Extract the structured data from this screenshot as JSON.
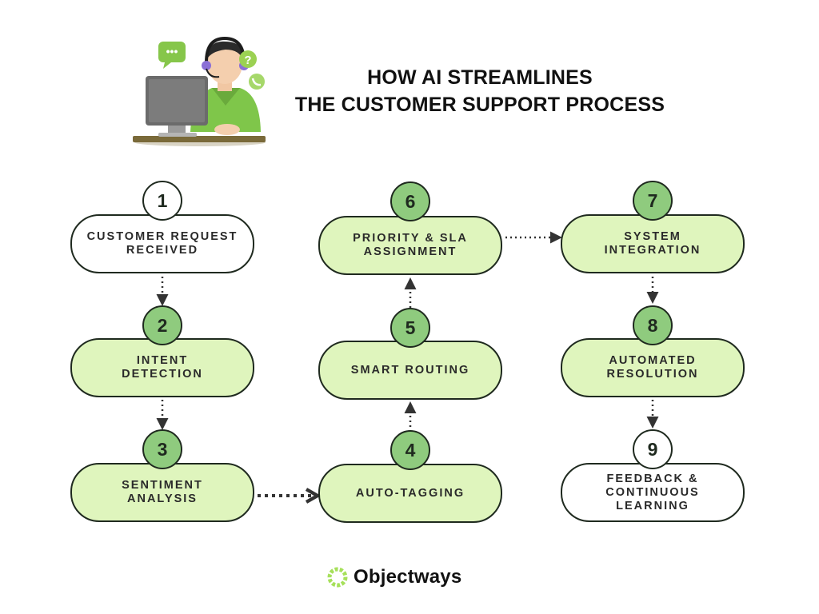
{
  "title": {
    "line1": "HOW AI STREAMLINES",
    "line2": "THE CUSTOMER SUPPORT PROCESS"
  },
  "illustration": {
    "icon": "support-agent-illustration",
    "bubble_text": "•••",
    "question_mark": "?"
  },
  "steps": [
    {
      "number": "1",
      "lines": [
        "CUSTOMER REQUEST",
        "RECEIVED"
      ],
      "style": "white"
    },
    {
      "number": "2",
      "lines": [
        "INTENT",
        "DETECTION"
      ],
      "style": "green"
    },
    {
      "number": "3",
      "lines": [
        "SENTIMENT",
        "ANALYSIS"
      ],
      "style": "green"
    },
    {
      "number": "4",
      "lines": [
        "AUTO-TAGGING"
      ],
      "style": "green"
    },
    {
      "number": "5",
      "lines": [
        "SMART ROUTING"
      ],
      "style": "green"
    },
    {
      "number": "6",
      "lines": [
        "PRIORITY & SLA",
        "ASSIGNMENT"
      ],
      "style": "green"
    },
    {
      "number": "7",
      "lines": [
        "SYSTEM",
        "INTEGRATION"
      ],
      "style": "green"
    },
    {
      "number": "8",
      "lines": [
        "AUTOMATED",
        "RESOLUTION"
      ],
      "style": "green"
    },
    {
      "number": "9",
      "lines": [
        "FEEDBACK &",
        "CONTINUOUS",
        "LEARNING"
      ],
      "style": "white"
    }
  ],
  "connections": [
    [
      "1",
      "2"
    ],
    [
      "2",
      "3"
    ],
    [
      "3",
      "4"
    ],
    [
      "4",
      "5"
    ],
    [
      "5",
      "6"
    ],
    [
      "6",
      "7"
    ],
    [
      "7",
      "8"
    ],
    [
      "8",
      "9"
    ]
  ],
  "logo": {
    "text": "Objectways",
    "icon": "objectways-ring-icon"
  },
  "colors": {
    "pill_green": "#dff5bd",
    "badge_green": "#8fcb7e",
    "outline": "#1f2a1f"
  }
}
